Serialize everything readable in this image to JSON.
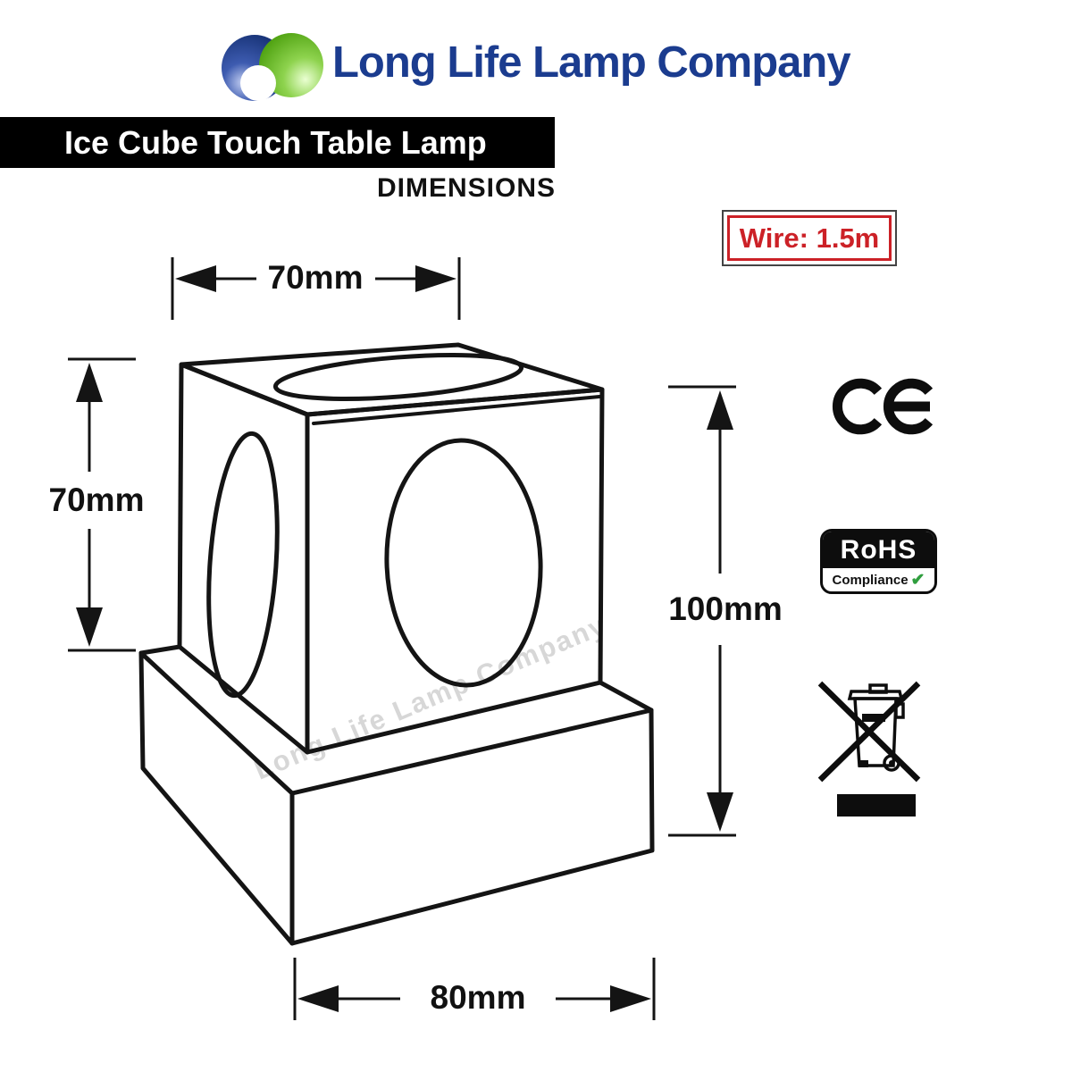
{
  "logo": {
    "company_name": "Long Life Lamp Company",
    "blue": "#1b3c8f",
    "green": "#62b41e"
  },
  "header": {
    "product_title": "Ice Cube Touch Table Lamp",
    "banner_bg": "#000000",
    "banner_text_color": "#ffffff",
    "section_label": "DIMENSIONS"
  },
  "spec_badge": {
    "label": "Wire: 1.5m",
    "color": "#cc2127"
  },
  "drawing": {
    "type": "technical-dimension-diagram",
    "subject": "ice cube touch table lamp on square base",
    "line_color": "#141414",
    "dimensions": {
      "top_width": "70mm",
      "side_height": "70mm",
      "overall_height": "100mm",
      "base_width": "80mm"
    },
    "watermark": "Long Life Lamp Company"
  },
  "certifications": {
    "ce": {
      "icon": "ce-mark"
    },
    "rohs": {
      "title": "RoHS",
      "subtitle": "Compliance",
      "check": "✔",
      "check_color": "#2f9e3e"
    },
    "weee": {
      "icon": "crossed-out-wheelie-bin"
    }
  }
}
